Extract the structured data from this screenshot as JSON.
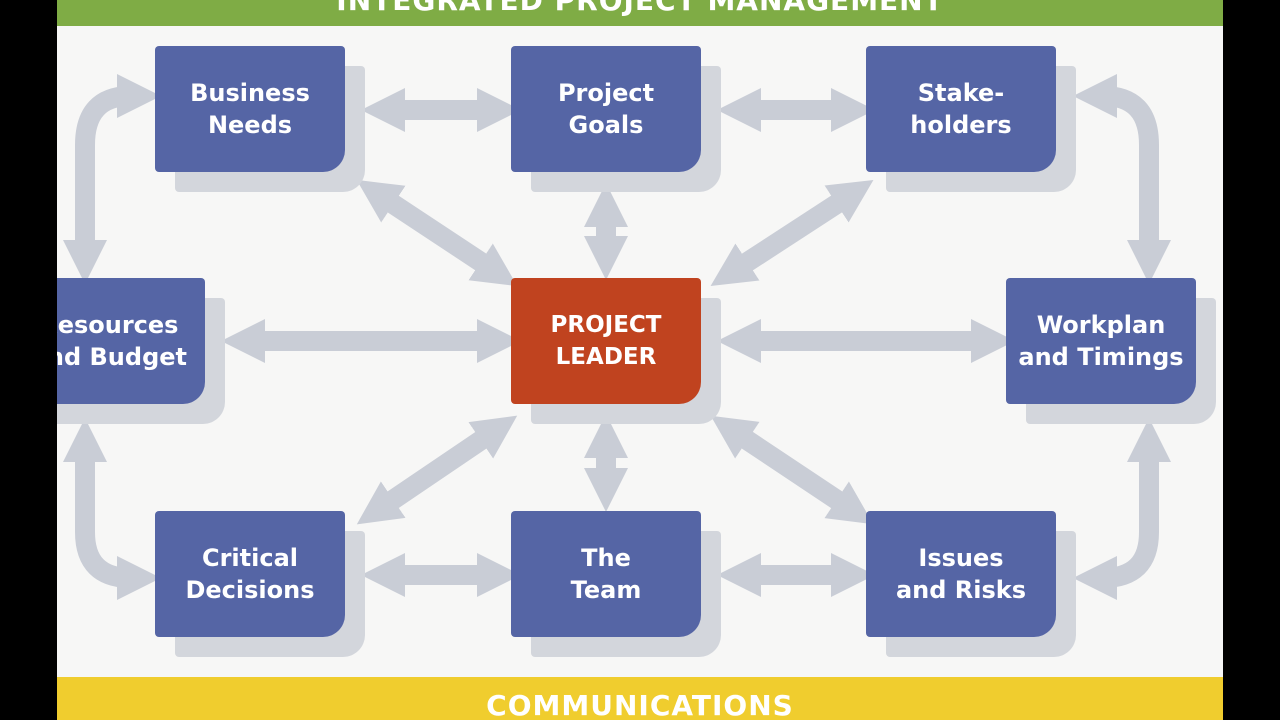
{
  "header": {
    "title": "INTEGRATED PROJECT MANAGEMENT"
  },
  "footer": {
    "title": "COMMUNICATIONS"
  },
  "colors": {
    "node": "#5565a5",
    "leader": "#c0431f",
    "arrow": "#c9cdd6",
    "top_bar": "#7fac45",
    "bottom_bar": "#f0cd2e"
  },
  "nodes": {
    "business_needs": "Business\nNeeds",
    "project_goals": "Project\nGoals",
    "stakeholders": "Stake-\nholders",
    "resources_budget": "Resources\nand Budget",
    "project_leader": "PROJECT\nLEADER",
    "workplan_timings": "Workplan\nand Timings",
    "critical_decisions": "Critical\nDecisions",
    "the_team": "The\nTeam",
    "issues_risks": "Issues\nand Risks"
  }
}
